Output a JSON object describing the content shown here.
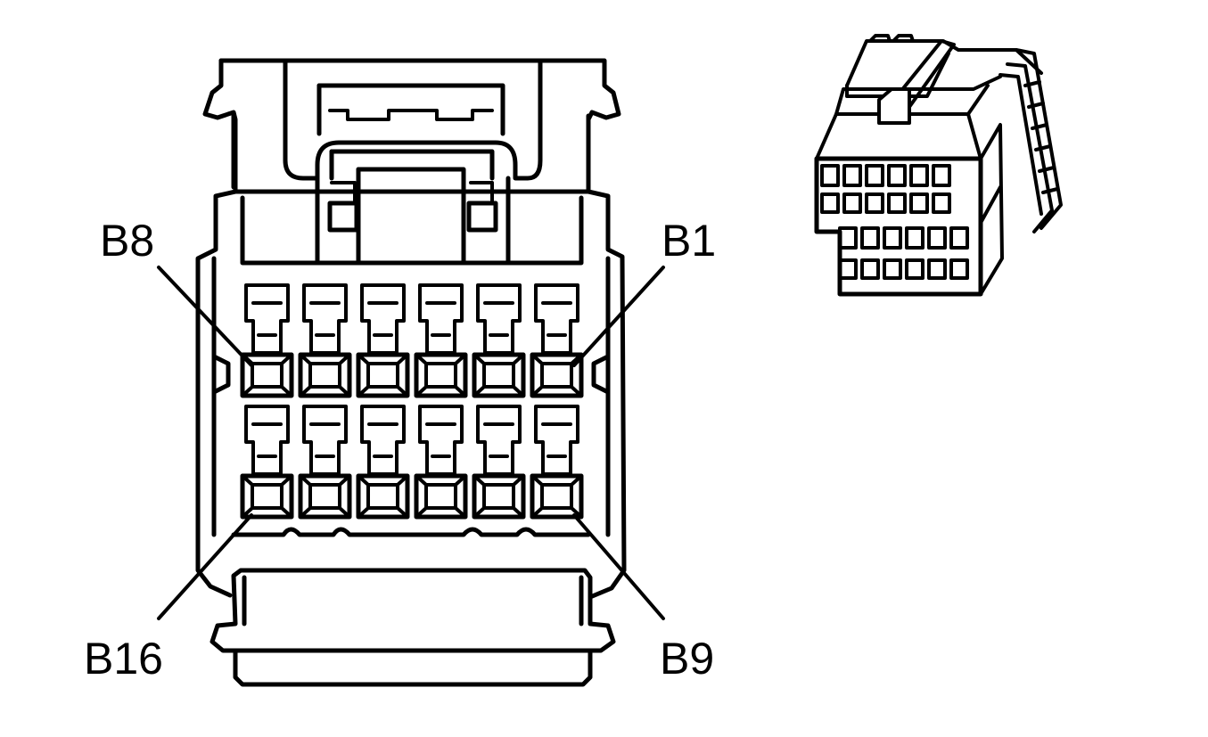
{
  "diagram": {
    "labels": {
      "top_left": "B8",
      "top_right": "B1",
      "bottom_left": "B16",
      "bottom_right": "B9"
    },
    "cavity_rows": 2,
    "cavity_columns": 6
  }
}
